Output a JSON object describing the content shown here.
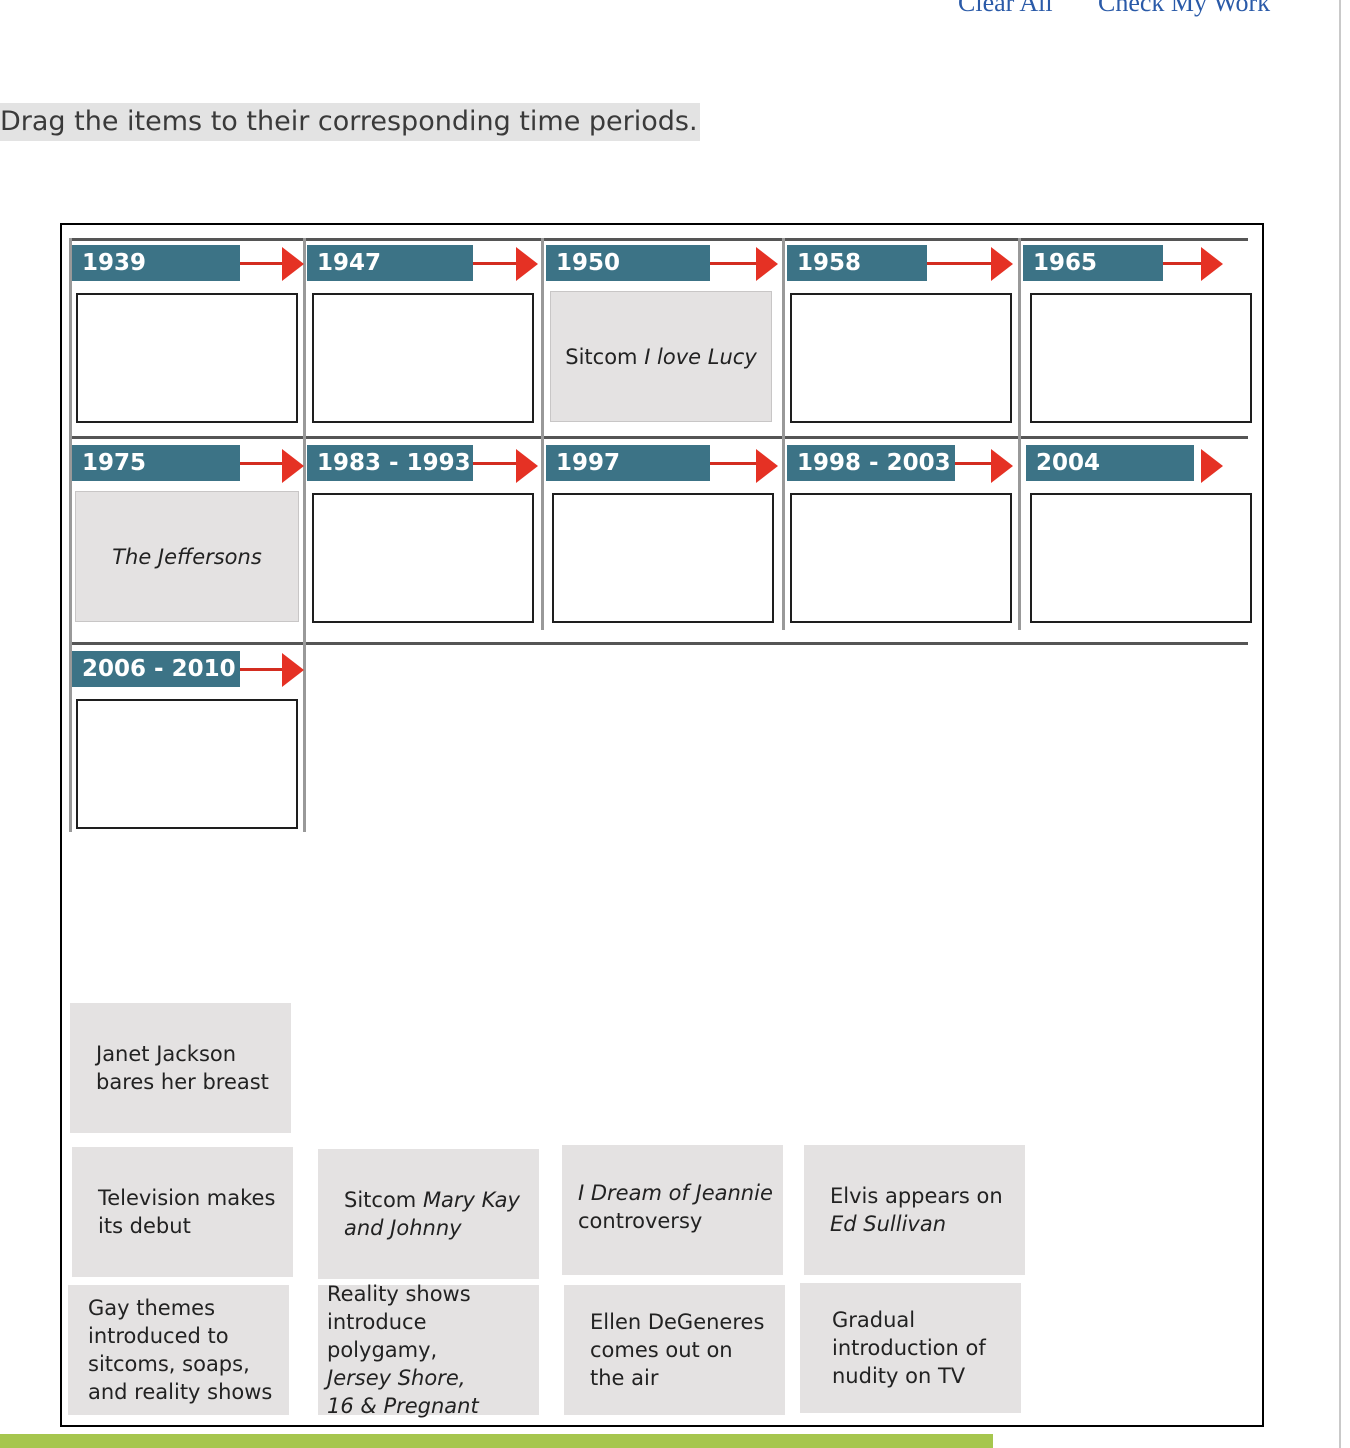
{
  "header": {
    "clear_all": "Clear All",
    "check_my_work": "Check My Work"
  },
  "instruction": "Drag the items to their corresponding time periods.",
  "timeline": {
    "periods": [
      "1939",
      "1947",
      "1950",
      "1958",
      "1965",
      "1975",
      "1983 - 1993",
      "1997",
      "1998 - 2003",
      "2004",
      "2006 - 2010"
    ],
    "placed": {
      "p2": {
        "prefix": "Sitcom ",
        "italic": "I love Lucy"
      },
      "p5": {
        "italic": "The Jeffersons"
      }
    }
  },
  "cards": {
    "janet": {
      "text": "Janet Jackson\nbares her breast"
    },
    "tv_debut": {
      "text": "Television makes\nits debut"
    },
    "mary_kay": {
      "prefix": "Sitcom ",
      "italic": "Mary Kay\nand Johnny"
    },
    "jeannie": {
      "italic": "I Dream of Jeannie",
      "suffix": "controversy"
    },
    "elvis": {
      "prefix": "Elvis appears on",
      "italic": "Ed Sullivan"
    },
    "gay_themes": {
      "text": "Gay themes\nintroduced to\nsitcoms, soaps,\nand reality shows"
    },
    "reality": {
      "prefix": "Reality shows\nintroduce polygamy,",
      "italic": "Jersey Shore,\n16 & Pregnant"
    },
    "ellen": {
      "text": "Ellen DeGeneres\ncomes out on\nthe air"
    },
    "nudity": {
      "text": "Gradual\nintroduction of\nnudity on TV"
    }
  },
  "colors": {
    "period_label_bg": "#3c7386",
    "arrow_red": "#e53124",
    "card_bg": "#e4e2e2",
    "link_blue": "#2a5aa8",
    "bottom_bar_green": "#a6c64e"
  }
}
